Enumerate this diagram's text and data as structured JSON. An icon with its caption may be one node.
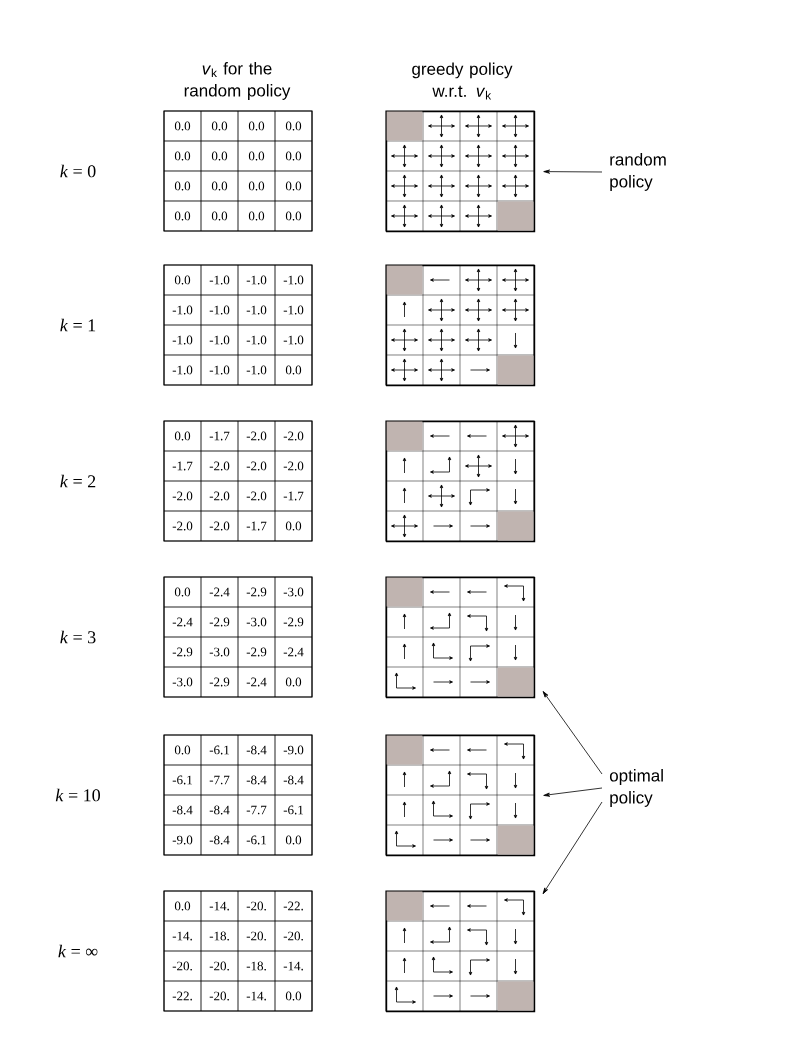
{
  "diagram": {
    "nodes": [
      {
        "text": [],
        "shape": "box"
      },
      {
        "text": [
          "random policy"
        ]
      },
      {
        "text": [],
        "shape": "box"
      },
      {
        "text": [],
        "shape": "box"
      },
      {
        "text": [],
        "shape": "box"
      },
      {
        "text": [],
        "shape": "box"
      },
      {
        "text": [
          "optimal policy"
        ]
      },
      {
        "text": [],
        "shape": "box"
      }
    ],
    "edges": [
      {
        "from": 1,
        "to": 0,
        "arrow": "to"
      },
      {
        "from": 6,
        "to": 4,
        "arrow": "to"
      },
      {
        "from": 6,
        "to": 5,
        "arrow": "to"
      },
      {
        "from": 6,
        "to": 7,
        "arrow": "to"
      }
    ],
    "labels": [
      "*v*$_{k}$ for the random policy",
      "greedy policy w.r.t. *v*$_{k}$",
      "*k* = 0",
      "0.0",
      "0.0",
      "0.0",
      "0.0",
      "0.0",
      "0.0",
      "0.0",
      "0.0",
      "0.0",
      "0.0",
      "0.0",
      "0.0",
      "0.0",
      "0.0",
      "0.0",
      "0.0",
      "*k* = 1",
      "0.0",
      "-1.0",
      "-1.0",
      "-1.0",
      "-1.0",
      "-1.0",
      "-1.0",
      "-1.0",
      "-1.0",
      "-1.0",
      "-1.0",
      "-1.0",
      "-1.0",
      "-1.0",
      "-1.0",
      "0.0",
      "*k* = 2",
      "0.0",
      "-1.7",
      "-2.0",
      "-2.0",
      "-1.7",
      "-2.0",
      "-2.0",
      "-2.0",
      "-2.0",
      "-2.0",
      "-2.0",
      "-1.7",
      "-2.0",
      "-2.0",
      "-1.7",
      "0.0",
      "*k* = 3",
      "0.0",
      "-2.4",
      "-2.9",
      "-3.0",
      "-2.4",
      "-2.9",
      "-3.0",
      "-2.9",
      "-2.9",
      "-3.0",
      "-2.9",
      "-2.4",
      "-3.0",
      "-2.9",
      "-2.4",
      "0.0",
      "*k* = 10",
      "0.0",
      "-6.1",
      "-8.4",
      "-9.0",
      "-6.1",
      "-7.7",
      "-8.4",
      "-8.4",
      "-8.4",
      "-8.4",
      "-7.7",
      "-6.1",
      "-9.0",
      "-8.4",
      "-6.1",
      "0.0",
      "*k* = ∞",
      "0.0",
      "-14.",
      "-20.",
      "-22.",
      "-14.",
      "-18.",
      "-20.",
      "-20.",
      "-20.",
      "-20.",
      "-18.",
      "-14.",
      "-22.",
      "-20.",
      "-14.",
      "0.0"
    ]
  }
}
